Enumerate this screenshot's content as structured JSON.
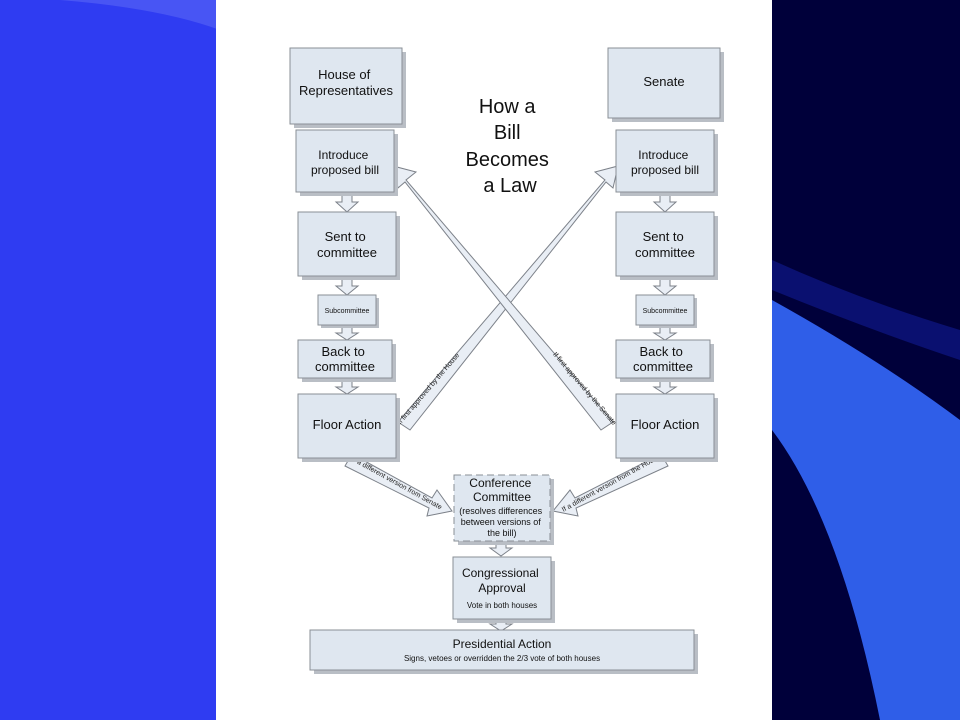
{
  "colors": {
    "slide_blue": "#2f3cf2",
    "slide_navy": "#00003a",
    "page_white": "#ffffff",
    "box_fill": "#dfe7f0"
  },
  "diagram": {
    "title_lines": [
      "How a",
      "Bill",
      "Becomes",
      "a Law"
    ],
    "house": {
      "header": [
        "House of",
        "Representatives"
      ],
      "introduce": [
        "Introduce",
        "proposed bill"
      ],
      "sent": [
        "Sent to",
        "committee"
      ],
      "subcommittee": "Subcommittee",
      "back": [
        "Back to",
        "committee"
      ],
      "floor": "Floor Action"
    },
    "senate": {
      "header": "Senate",
      "introduce": [
        "Introduce",
        "proposed bill"
      ],
      "sent": [
        "Sent to",
        "committee"
      ],
      "subcommittee": "Subcommittee",
      "back": [
        "Back to",
        "committee"
      ],
      "floor": "Floor Action"
    },
    "cross_labels": {
      "house_to_senate": "If first approved by the House",
      "senate_to_house": "If first approved by the Senate"
    },
    "conference_labels": {
      "left": "If a different version from Senate",
      "right": "If a different version from the House"
    },
    "conference": {
      "title": [
        "Conference",
        "Committee"
      ],
      "note": [
        "(resolves differences",
        "between versions of",
        "the bill)"
      ]
    },
    "approval": {
      "title": [
        "Congressional",
        "Approval"
      ],
      "note": "Vote in both houses"
    },
    "presidential": {
      "title": "Presidential Action",
      "note": "Signs, vetoes or overridden the 2/3 vote of both houses"
    }
  }
}
